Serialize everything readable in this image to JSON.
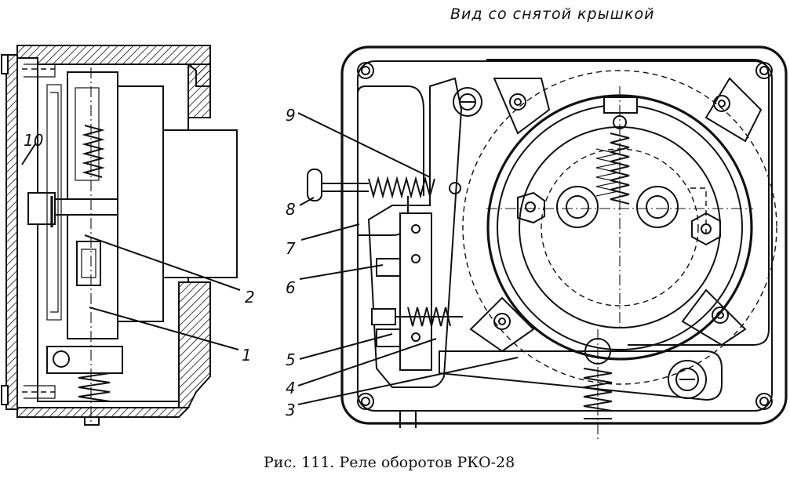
{
  "view_title": "Вид со снятой крышкой",
  "caption": "Рис. 111. Реле оборотов РКО-28",
  "callouts": [
    {
      "id": "1",
      "label": "1"
    },
    {
      "id": "2",
      "label": "2"
    },
    {
      "id": "3",
      "label": "3"
    },
    {
      "id": "4",
      "label": "4"
    },
    {
      "id": "5",
      "label": "5"
    },
    {
      "id": "6",
      "label": "6"
    },
    {
      "id": "7",
      "label": "7"
    },
    {
      "id": "8",
      "label": "8"
    },
    {
      "id": "9",
      "label": "9"
    },
    {
      "id": "10",
      "label": "10"
    }
  ]
}
